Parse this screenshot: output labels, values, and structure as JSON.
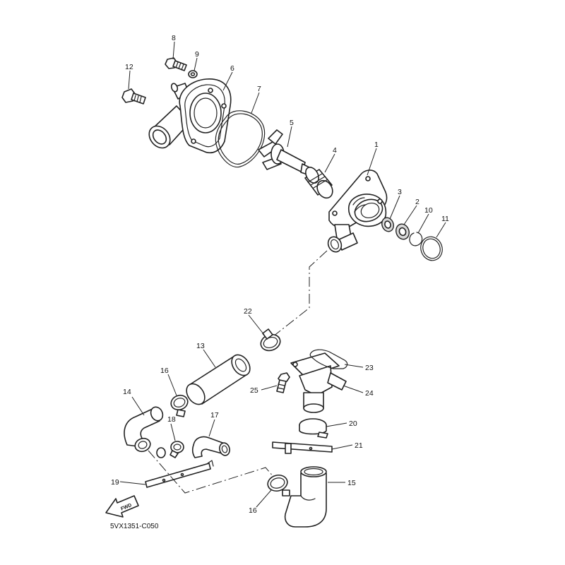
{
  "diagram": {
    "drawing_code": "5VX1351-C050",
    "fwd_label": "FWD",
    "callouts": [
      {
        "id": "c1",
        "label": "1"
      },
      {
        "id": "c2",
        "label": "2"
      },
      {
        "id": "c3",
        "label": "3"
      },
      {
        "id": "c4",
        "label": "4"
      },
      {
        "id": "c5",
        "label": "5"
      },
      {
        "id": "c6",
        "label": "6"
      },
      {
        "id": "c7",
        "label": "7"
      },
      {
        "id": "c8",
        "label": "8"
      },
      {
        "id": "c9",
        "label": "9"
      },
      {
        "id": "c10",
        "label": "10"
      },
      {
        "id": "c11",
        "label": "11"
      },
      {
        "id": "c12",
        "label": "12"
      },
      {
        "id": "c13",
        "label": "13"
      },
      {
        "id": "c14",
        "label": "14"
      },
      {
        "id": "c15",
        "label": "15"
      },
      {
        "id": "c16a",
        "label": "16"
      },
      {
        "id": "c16b",
        "label": "16"
      },
      {
        "id": "c17",
        "label": "17"
      },
      {
        "id": "c18",
        "label": "18"
      },
      {
        "id": "c19",
        "label": "19"
      },
      {
        "id": "c20",
        "label": "20"
      },
      {
        "id": "c21",
        "label": "21"
      },
      {
        "id": "c22",
        "label": "22"
      },
      {
        "id": "c23",
        "label": "23"
      },
      {
        "id": "c24",
        "label": "24"
      },
      {
        "id": "c25",
        "label": "25"
      }
    ]
  }
}
